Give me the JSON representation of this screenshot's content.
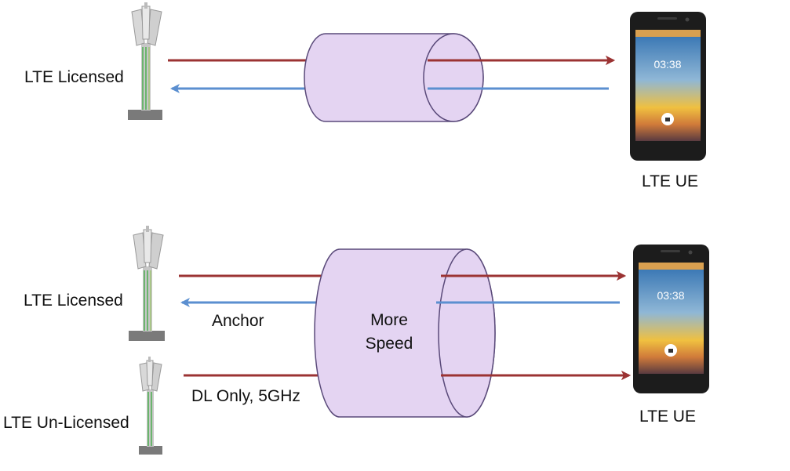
{
  "top": {
    "tower_label": "LTE Licensed",
    "ue_label": "LTE UE",
    "phone_time": "03:38"
  },
  "bottom": {
    "tower1_label": "LTE Licensed",
    "tower2_label": "LTE Un-Licensed",
    "anchor_label": "Anchor",
    "dl_label": "DL Only, 5GHz",
    "pipe_line1": "More",
    "pipe_line2": "Speed",
    "ue_label": "LTE UE",
    "phone_time": "03:38"
  },
  "colors": {
    "downlink": "#9b3333",
    "uplink": "#5b8fd0",
    "pipe_fill": "#e4d4f2",
    "pipe_stroke": "#5a4a7a",
    "tower_base": "#777777",
    "tower_green": "#4caf50"
  }
}
